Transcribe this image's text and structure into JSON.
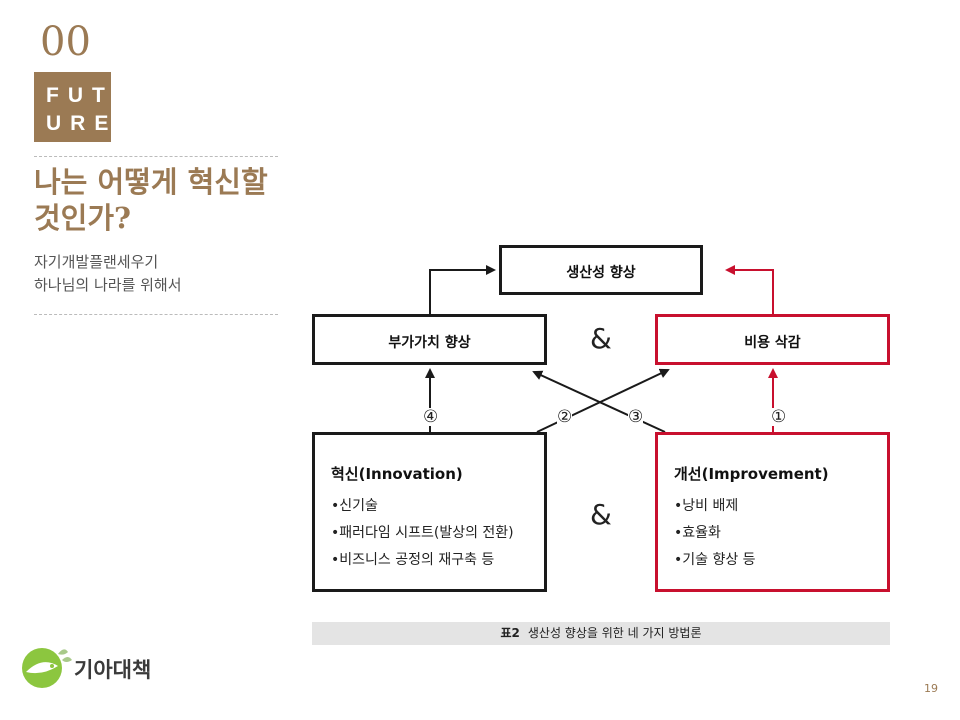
{
  "header": {
    "chapter_number": "00",
    "chapter_tag_line1": "FUT",
    "chapter_tag_line2": "URE",
    "title_line1": "나는 어떻게 혁신할",
    "title_line2": "것인가?",
    "subtitle_line1": "자기개발플랜세우기",
    "subtitle_line2": "하나님의 나라를 위해서"
  },
  "diagram": {
    "top_box": "생산성 향상",
    "left_box": "부가가치 향상",
    "right_box": "비용 삭감",
    "ampersand_top": "&",
    "ampersand_bottom": "&",
    "innovation": {
      "title": "혁신(Innovation)",
      "items": [
        "•신기술",
        "•패러다임 시프트(발상의 전환)",
        "•비즈니스 공정의 재구축 등"
      ]
    },
    "improvement": {
      "title": "개선(Improvement)",
      "items": [
        "•낭비 배제",
        "•효율화",
        "•기술 향상 등"
      ]
    },
    "path_labels": [
      "①",
      "②",
      "③",
      "④"
    ],
    "colors": {
      "black": "#1a1a1a",
      "red": "#c8102e",
      "brand": "#9b7a54"
    }
  },
  "caption": {
    "label": "표2",
    "text": "생산성 향상을 위한 네 가지 방법론"
  },
  "footer": {
    "logo_text": "기아대책",
    "page_number": "19"
  }
}
